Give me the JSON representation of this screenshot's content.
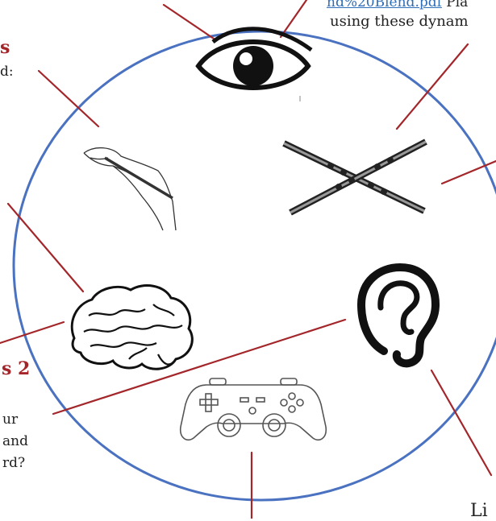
{
  "colors": {
    "circle": "#4a72c0",
    "connector": "#a3262a",
    "heading": "#a3262a",
    "link": "#2f6db8",
    "ink": "#1a1a1a"
  },
  "top_right": {
    "link_text": "nd%20Blend.pdf",
    "link_trail": " Pla",
    "line2": "using these dynam"
  },
  "left": {
    "heading_1": "s",
    "text_1": "d:",
    "heading_2": "s 2",
    "text_a": "ur",
    "text_b": "and",
    "text_c": "rd?"
  },
  "bottom_right": {
    "text": "Li"
  },
  "icons": [
    "eye-icon",
    "hand-writing-icon",
    "crossed-flutes-icon",
    "brain-icon",
    "ear-icon",
    "game-controller-icon"
  ]
}
